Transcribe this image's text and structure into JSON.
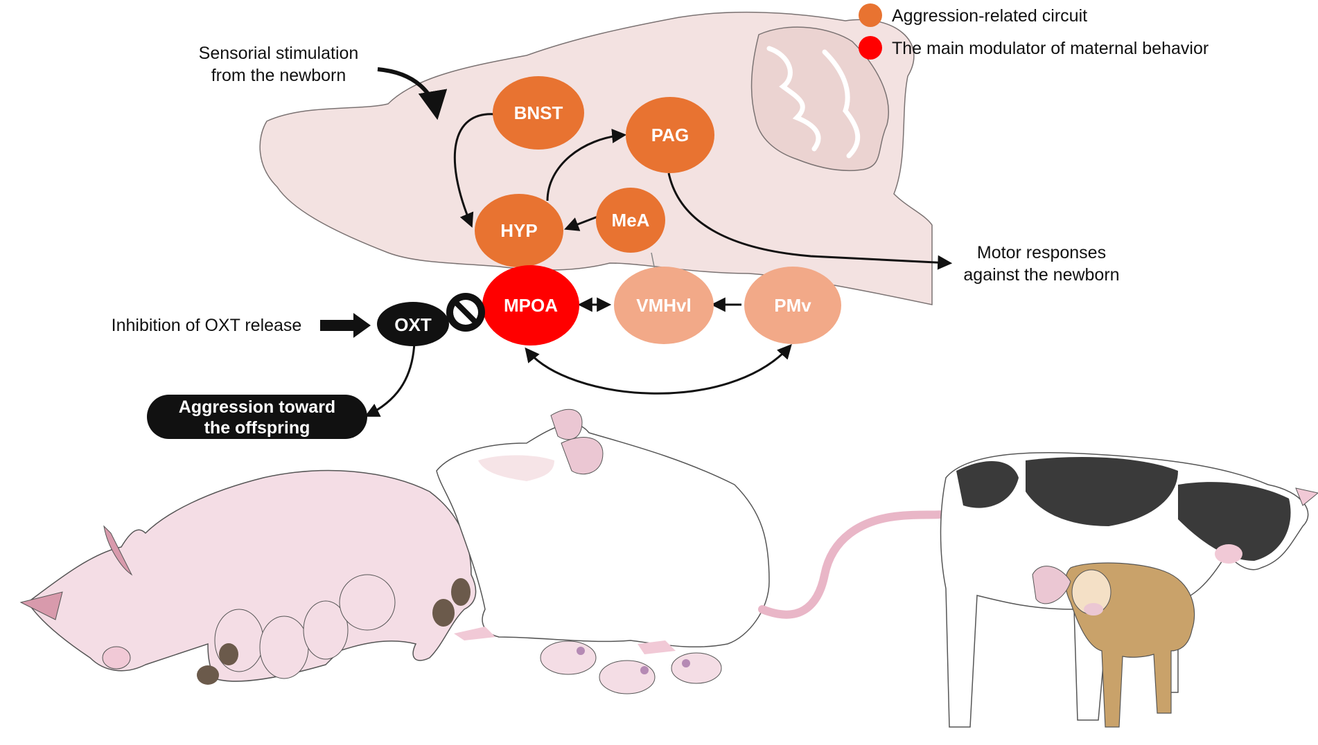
{
  "legend": {
    "items": [
      {
        "label": "Aggression-related circuit",
        "color": "#E87331"
      },
      {
        "label": "The main modulator of maternal behavior",
        "color": "#FF0000"
      }
    ]
  },
  "nodes": {
    "bnst": "BNST",
    "pag": "PAG",
    "hyp": "HYP",
    "mea": "MeA",
    "mpoa": "MPOA",
    "vmhvl": "VMHvl",
    "pmv": "PMv",
    "oxt": "OXT"
  },
  "labels": {
    "sensorial_line1": "Sensorial stimulation",
    "sensorial_line2": "from the newborn",
    "motor_line1": "Motor responses",
    "motor_line2": "against the newborn",
    "inhibition": "Inhibition of OXT release",
    "aggression_line1": "Aggression toward",
    "aggression_line2": "the offspring"
  },
  "colors": {
    "aggression_circuit": "#E87331",
    "maternal_modulator": "#FF0000",
    "light_nodes": "#F2A988",
    "brain_fill": "#F3E2E1"
  },
  "illustrations": [
    "pig-with-piglets",
    "rat-with-pups",
    "cow-with-calf"
  ]
}
